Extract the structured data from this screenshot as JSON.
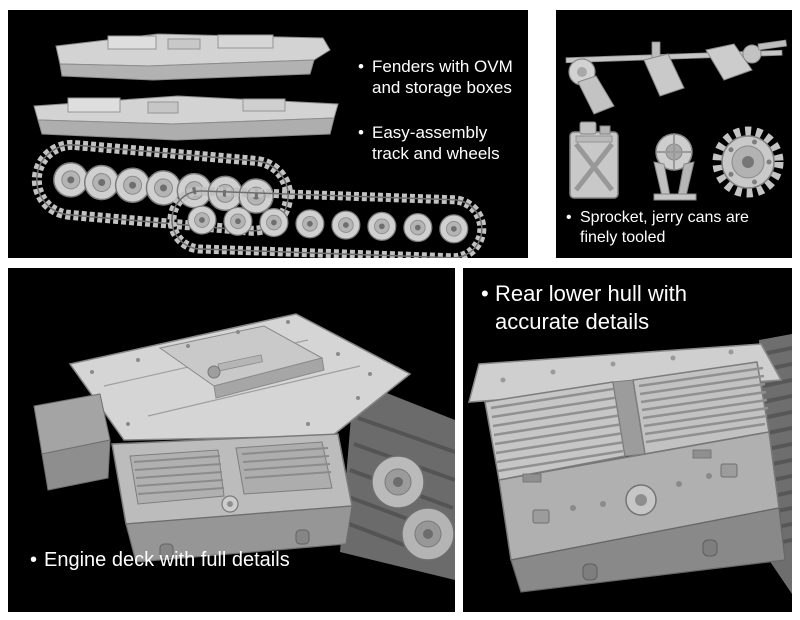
{
  "bullet": "•",
  "colors": {
    "page_background": "#ffffff",
    "panel_background": "#000000",
    "text": "#ffffff",
    "render_grey": "#c9c9c9"
  },
  "panels": {
    "top_left": {
      "captions": [
        "Fenders with OVM and storage boxes",
        "Easy-assembly track and wheels"
      ],
      "renders": [
        "fender-upper",
        "fender-lower",
        "track-assembly-1",
        "track-assembly-2"
      ]
    },
    "top_right": {
      "caption": "Sprocket, jerry cans are finely tooled",
      "renders": [
        "sprue-parts",
        "jerry-can",
        "mount-bracket",
        "sprocket-wheel"
      ]
    },
    "bottom_left": {
      "caption": "Engine deck with full details",
      "renders": [
        "engine-deck-rear-view"
      ]
    },
    "bottom_right": {
      "caption": "Rear lower hull with accurate details",
      "renders": [
        "rear-lower-hull-closeup"
      ]
    }
  }
}
